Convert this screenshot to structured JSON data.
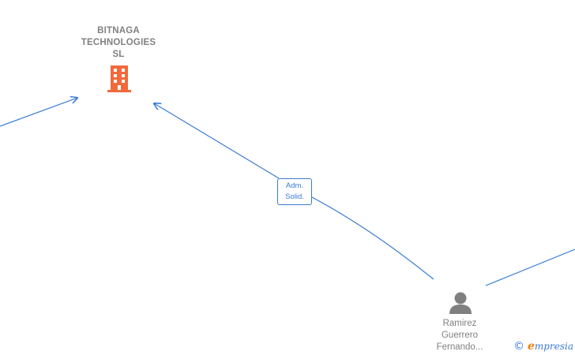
{
  "company": {
    "name_lines": [
      "BITNAGA",
      "TECHNOLOGIES",
      "SL"
    ],
    "icon": "building-icon",
    "icon_color": "#f26a3b"
  },
  "person": {
    "name_lines": [
      "Ramirez",
      "Guerrero",
      "Fernando..."
    ],
    "icon": "person-icon",
    "icon_color": "#808080"
  },
  "relation": {
    "label_lines": [
      "Adm.",
      "Solid."
    ]
  },
  "colors": {
    "edge": "#3a7bd5",
    "label_text": "#808080"
  },
  "brand": {
    "copyright_symbol": "©",
    "name_initial": "e",
    "name_rest": "mpresia"
  }
}
